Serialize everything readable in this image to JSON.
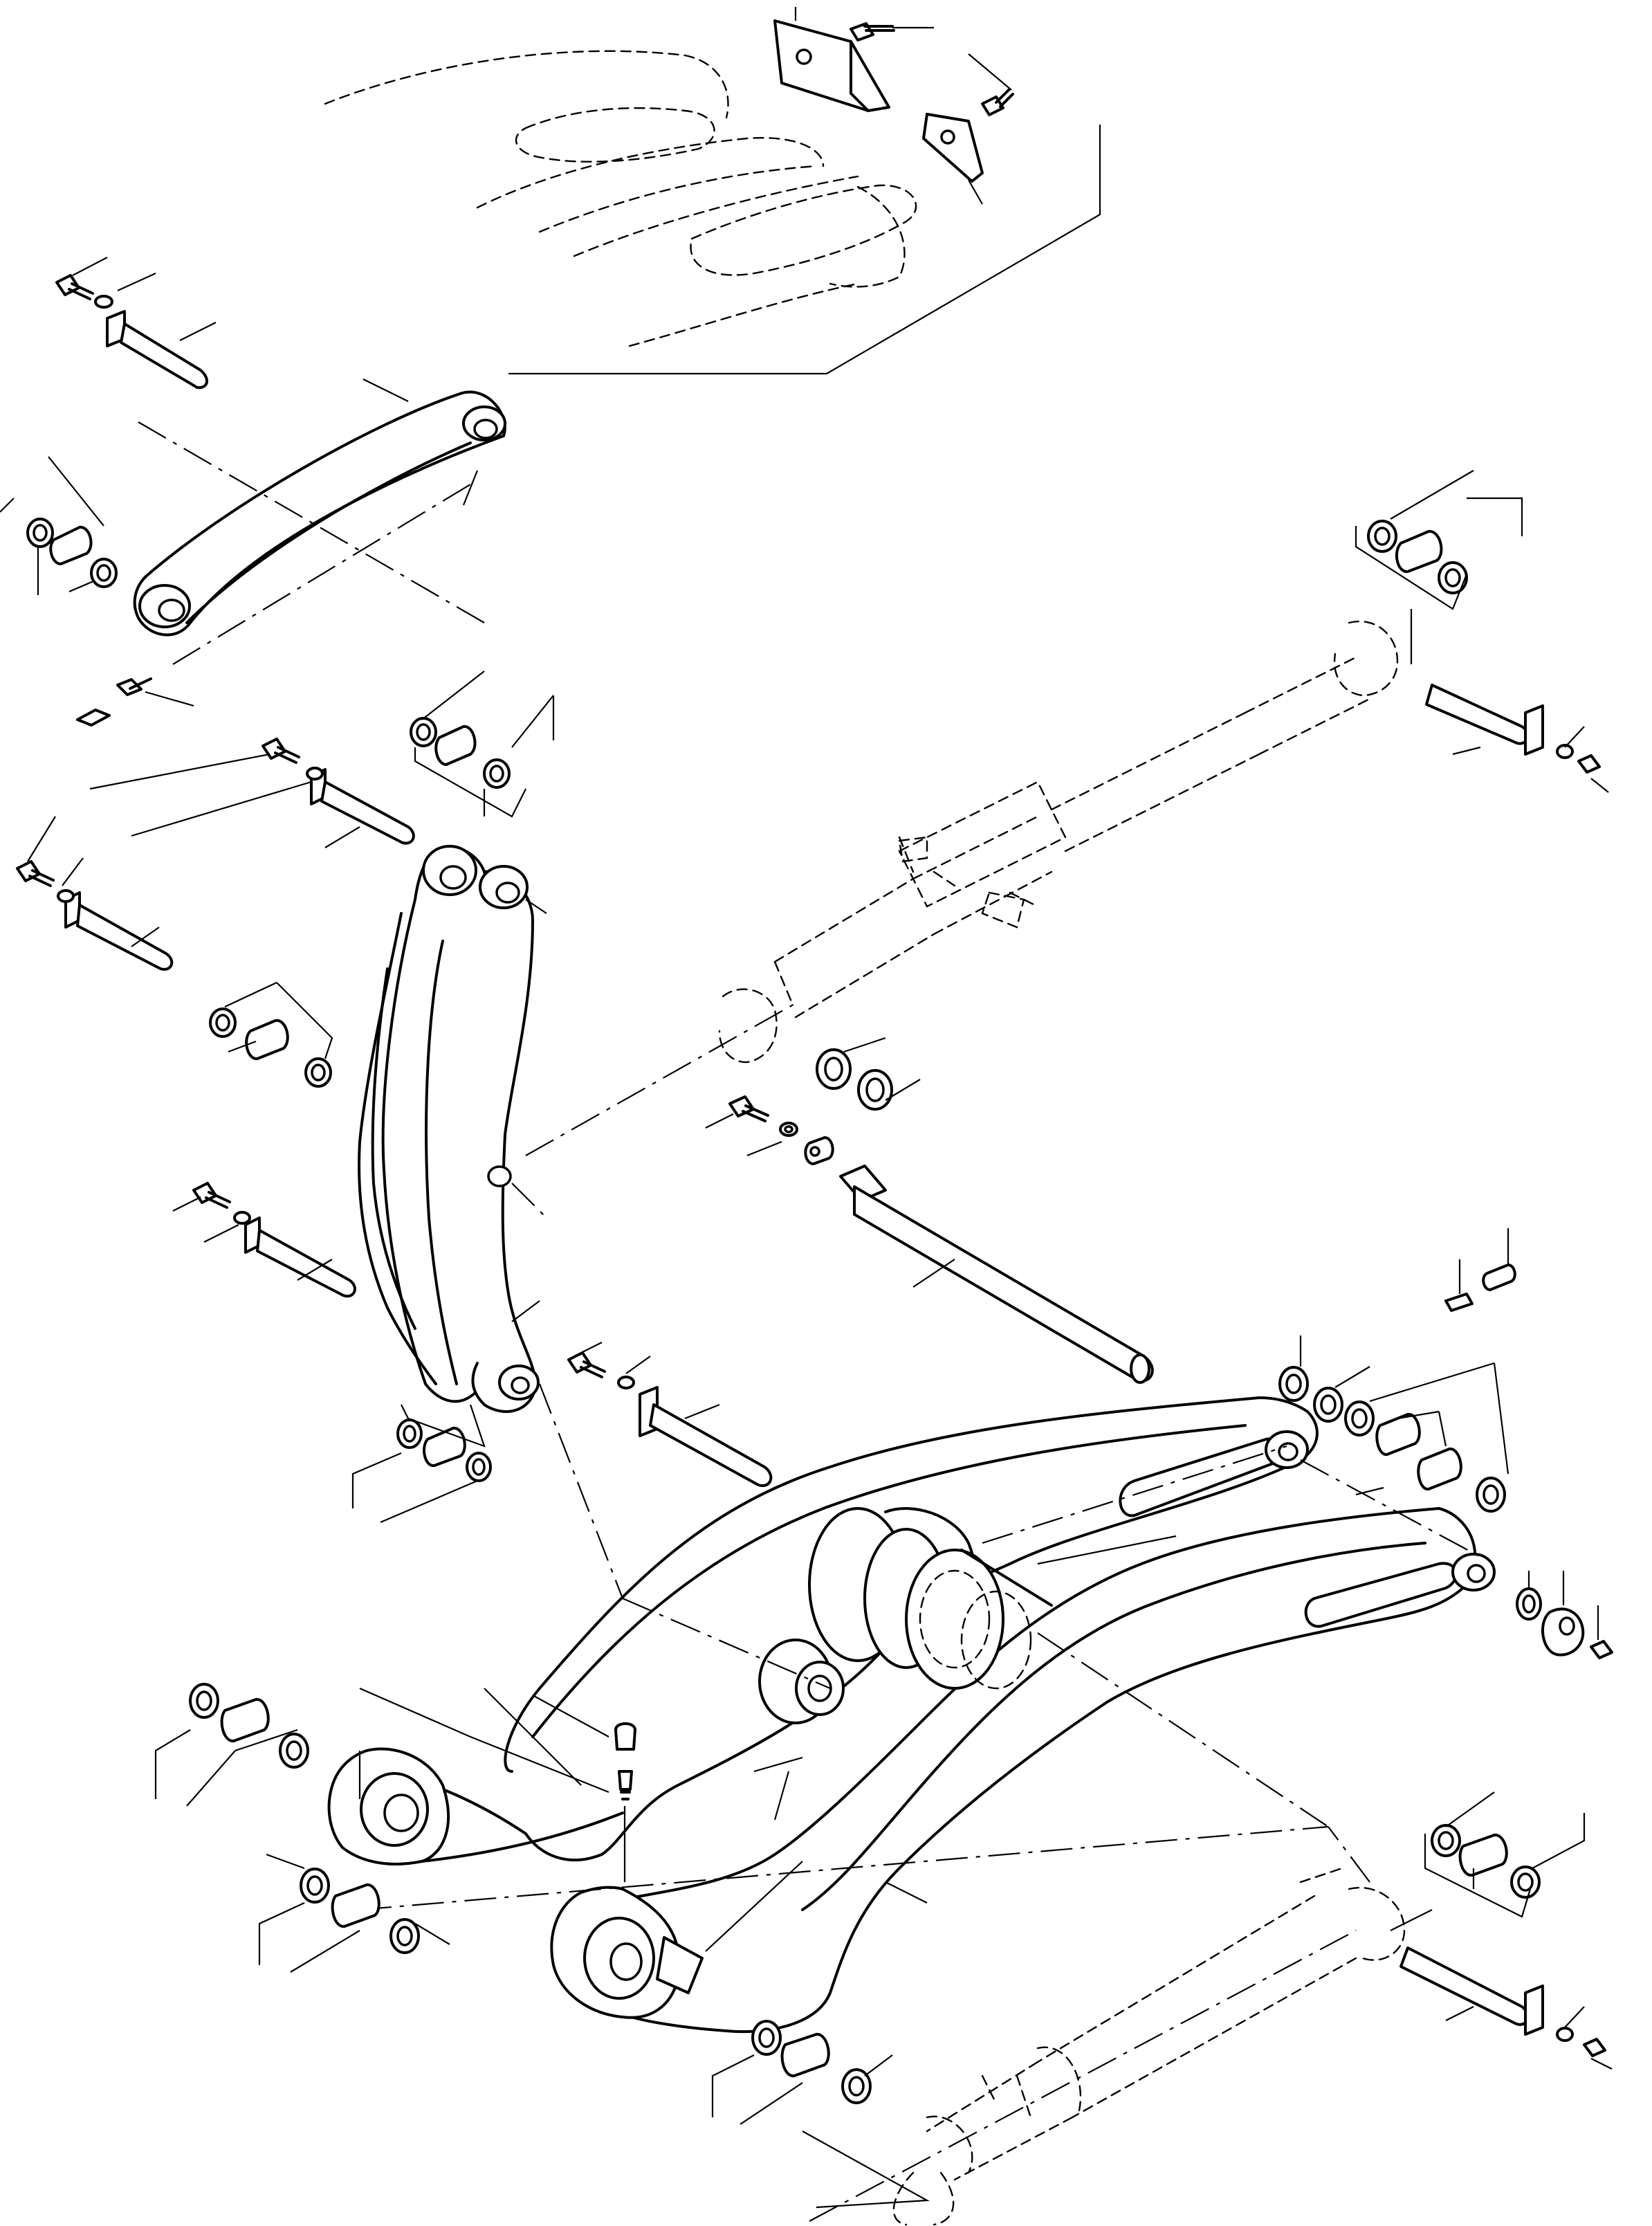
{
  "diagram": {
    "kind": "exploded-parts-drawing",
    "line_color": "#000000",
    "background": "#ffffff",
    "printed_text": []
  },
  "parts": [
    {
      "name": "bucket-outline",
      "style": "hidden-dashed"
    },
    {
      "name": "upper-link-arm"
    },
    {
      "name": "tilt-lever-pair"
    },
    {
      "name": "tilt-cylinder",
      "style": "hidden-dashed"
    },
    {
      "name": "lift-cylinder",
      "style": "hidden-dashed"
    },
    {
      "name": "loader-lift-arm-frame"
    },
    {
      "name": "cross-shaft-pin"
    },
    {
      "name": "pivot-pins"
    },
    {
      "name": "bushings-and-seals"
    },
    {
      "name": "bolts-and-washers"
    },
    {
      "name": "grease-fittings"
    }
  ]
}
